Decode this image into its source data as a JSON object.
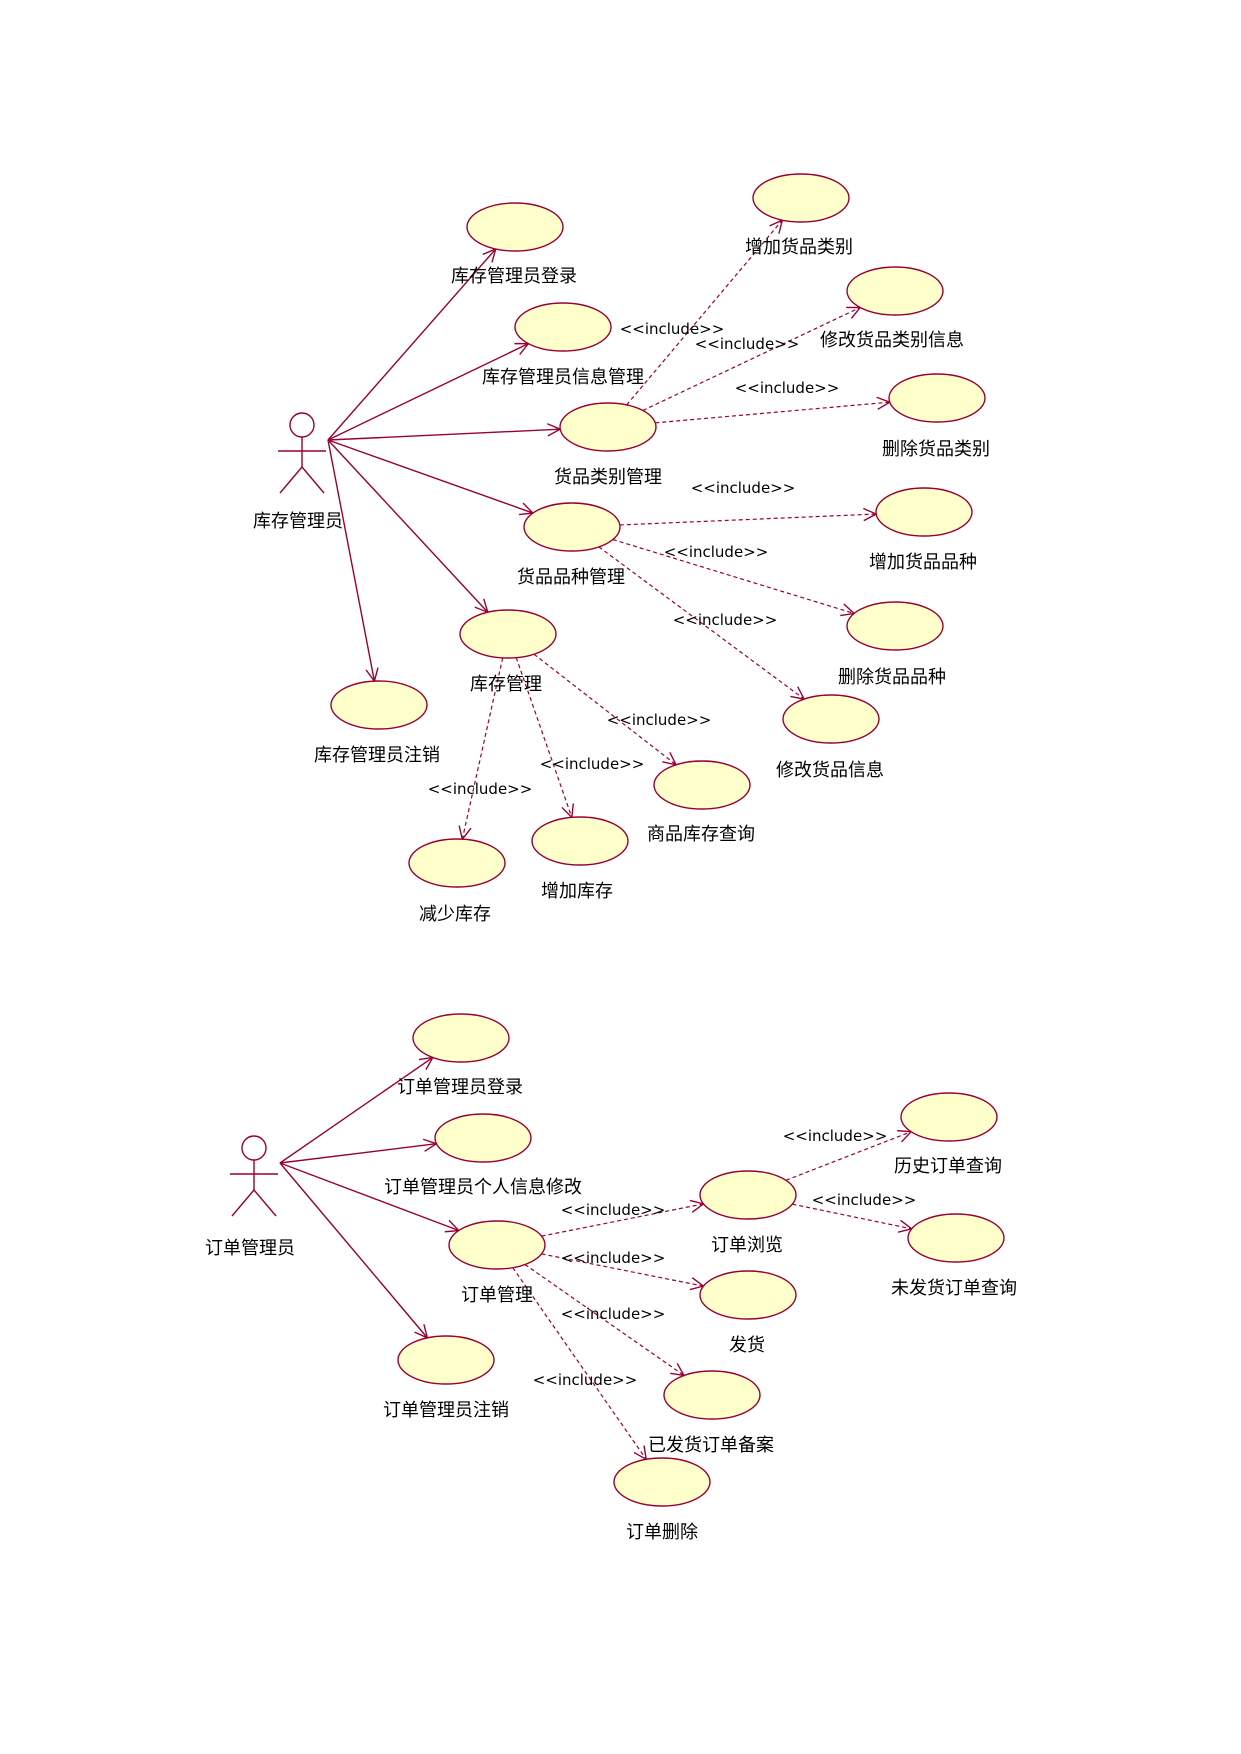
{
  "diagrams": [
    {
      "actor": {
        "key": "inv_admin",
        "label": "库存管理员"
      },
      "use_cases": [
        {
          "key": "inv_login",
          "label": "库存管理员登录"
        },
        {
          "key": "inv_info",
          "label": "库存管理员信息管理"
        },
        {
          "key": "cat_mgmt",
          "label": "货品类别管理"
        },
        {
          "key": "cat_add",
          "label": "增加货品类别"
        },
        {
          "key": "cat_edit",
          "label": "修改货品类别信息"
        },
        {
          "key": "cat_del",
          "label": "删除货品类别"
        },
        {
          "key": "var_mgmt",
          "label": "货品品种管理"
        },
        {
          "key": "var_add",
          "label": "增加货品品种"
        },
        {
          "key": "var_del",
          "label": "删除货品品种"
        },
        {
          "key": "var_edit",
          "label": "修改货品信息"
        },
        {
          "key": "stock_mgmt",
          "label": "库存管理"
        },
        {
          "key": "inv_logout",
          "label": "库存管理员注销"
        },
        {
          "key": "stock_query",
          "label": "商品库存查询"
        },
        {
          "key": "stock_add",
          "label": "增加库存"
        },
        {
          "key": "stock_sub",
          "label": "减少库存"
        }
      ],
      "associations": [
        "inv_login",
        "inv_info",
        "cat_mgmt",
        "var_mgmt",
        "stock_mgmt",
        "inv_logout"
      ],
      "includes": [
        {
          "from": "cat_mgmt",
          "to": "cat_add",
          "label": "<<include>>"
        },
        {
          "from": "cat_mgmt",
          "to": "cat_edit",
          "label": "<<include>>"
        },
        {
          "from": "cat_mgmt",
          "to": "cat_del",
          "label": "<<include>>"
        },
        {
          "from": "var_mgmt",
          "to": "var_add",
          "label": "<<include>>"
        },
        {
          "from": "var_mgmt",
          "to": "var_del",
          "label": "<<include>>"
        },
        {
          "from": "var_mgmt",
          "to": "var_edit",
          "label": "<<include>>"
        },
        {
          "from": "stock_mgmt",
          "to": "stock_query",
          "label": "<<include>>"
        },
        {
          "from": "stock_mgmt",
          "to": "stock_add",
          "label": "<<include>>"
        },
        {
          "from": "stock_mgmt",
          "to": "stock_sub",
          "label": "<<include>>"
        }
      ]
    },
    {
      "actor": {
        "key": "ord_admin",
        "label": "订单管理员"
      },
      "use_cases": [
        {
          "key": "ord_login",
          "label": "订单管理员登录"
        },
        {
          "key": "ord_info",
          "label": "订单管理员个人信息修改"
        },
        {
          "key": "ord_mgmt",
          "label": "订单管理"
        },
        {
          "key": "ord_logout",
          "label": "订单管理员注销"
        },
        {
          "key": "ord_browse",
          "label": "订单浏览"
        },
        {
          "key": "ord_hist",
          "label": "历史订单查询"
        },
        {
          "key": "ord_unship",
          "label": "未发货订单查询"
        },
        {
          "key": "ord_ship",
          "label": "发货"
        },
        {
          "key": "ord_archive",
          "label": "已发货订单备案"
        },
        {
          "key": "ord_delete",
          "label": "订单删除"
        }
      ],
      "associations": [
        "ord_login",
        "ord_info",
        "ord_mgmt",
        "ord_logout"
      ],
      "includes": [
        {
          "from": "ord_mgmt",
          "to": "ord_browse",
          "label": "<<include>>"
        },
        {
          "from": "ord_mgmt",
          "to": "ord_ship",
          "label": "<<include>>"
        },
        {
          "from": "ord_mgmt",
          "to": "ord_archive",
          "label": "<<include>>"
        },
        {
          "from": "ord_mgmt",
          "to": "ord_delete",
          "label": "<<include>>"
        },
        {
          "from": "ord_browse",
          "to": "ord_hist",
          "label": "<<include>>"
        },
        {
          "from": "ord_browse",
          "to": "ord_unship",
          "label": "<<include>>"
        }
      ]
    }
  ]
}
